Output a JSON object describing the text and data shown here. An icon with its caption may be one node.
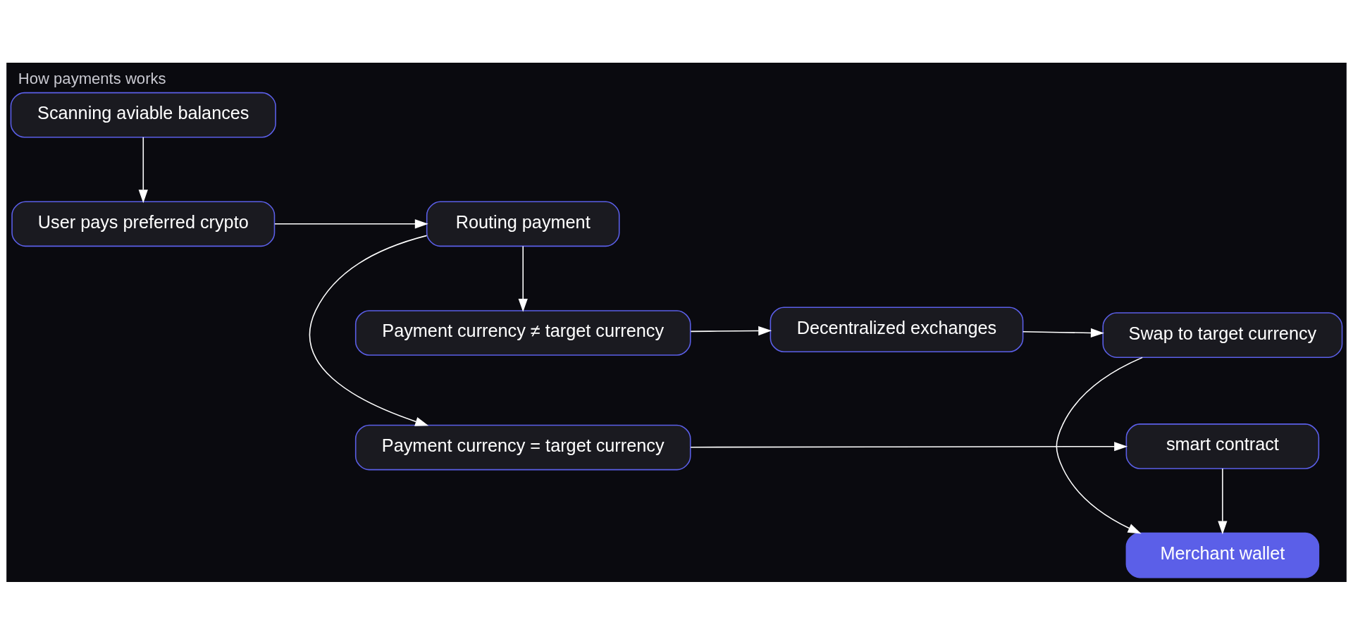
{
  "diagram": {
    "title": "How payments works",
    "nodes": [
      {
        "text": [
          "Scanning aviable balances"
        ]
      },
      {
        "text": [
          "User pays preferred crypto"
        ]
      },
      {
        "text": [
          "Payment currency = target currency"
        ]
      },
      {
        "text": [
          "Routing payment"
        ]
      },
      {
        "text": [
          "Payment currency ≠ target currency"
        ]
      },
      {
        "text": [
          "Decentralized exchanges"
        ]
      },
      {
        "text": [
          "smart contract"
        ]
      },
      {
        "text": [
          "Merchant wallet"
        ]
      },
      {
        "text": [
          "Swap to target currency"
        ]
      }
    ],
    "edges": [
      {
        "from": 0,
        "to": 1,
        "arrow": "to"
      },
      {
        "from": 1,
        "to": 3,
        "arrow": "to"
      },
      {
        "from": 3,
        "to": 2,
        "arrow": "to"
      },
      {
        "from": 3,
        "to": 4,
        "arrow": "to"
      },
      {
        "from": 2,
        "to": 6,
        "arrow": "to"
      },
      {
        "from": 4,
        "to": 5,
        "arrow": "to"
      },
      {
        "from": 5,
        "to": 8,
        "arrow": "to"
      },
      {
        "from": 6,
        "to": 7,
        "arrow": "to"
      },
      {
        "from": 8,
        "to": 7,
        "arrow": "to"
      }
    ]
  }
}
